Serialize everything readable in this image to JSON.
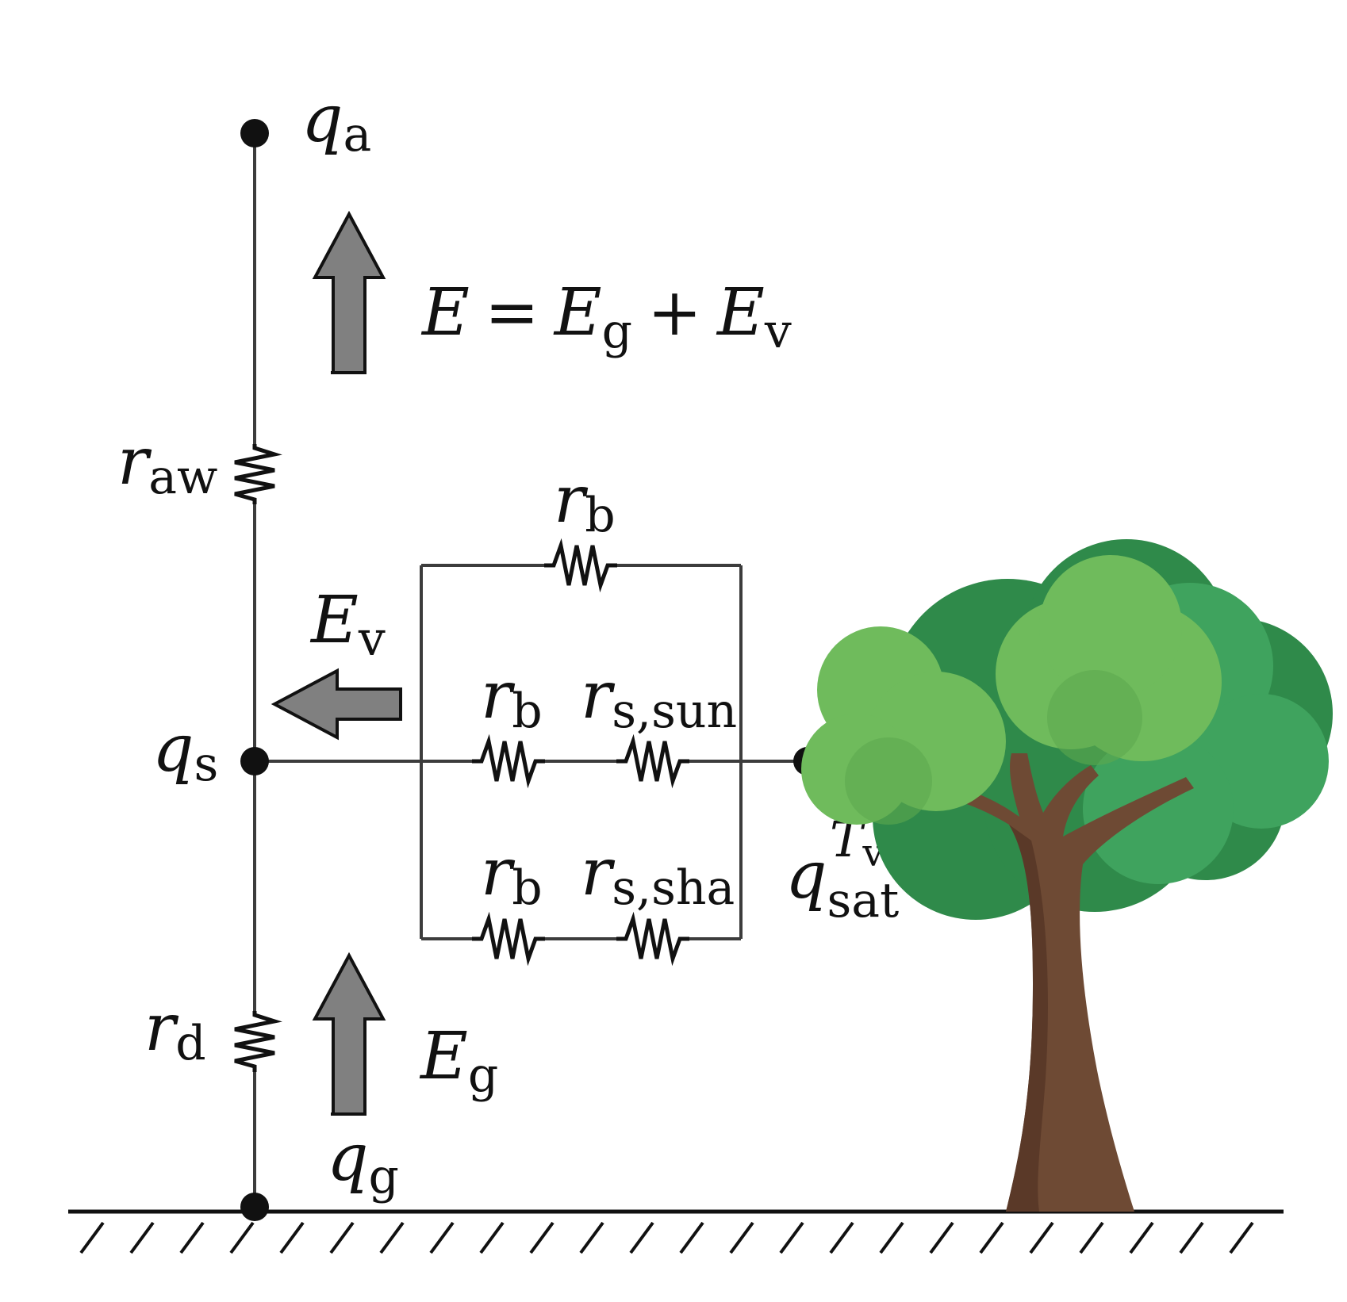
{
  "nodes": {
    "qa": {
      "main": "q",
      "sub": "a"
    },
    "qs": {
      "main": "q",
      "sub": "s"
    },
    "qg": {
      "main": "q",
      "sub": "g"
    },
    "qsat": {
      "main": "q",
      "sub": "sat",
      "sup_main": "T",
      "sup_sub": "v"
    }
  },
  "resistances": {
    "raw": {
      "main": "r",
      "sub": "aw"
    },
    "rd": {
      "main": "r",
      "sub": "d"
    },
    "rb_top": {
      "main": "r",
      "sub": "b"
    },
    "rb_sun": {
      "main": "r",
      "sub": "b"
    },
    "rs_sun": {
      "main": "r",
      "sub": "s,sun"
    },
    "rb_sha": {
      "main": "r",
      "sub": "b"
    },
    "rs_sha": {
      "main": "r",
      "sub": "s,sha"
    }
  },
  "fluxes": {
    "total": {
      "lhs": "E",
      "equals": "=",
      "eg_main": "E",
      "eg_sub": "g",
      "plus": "+",
      "ev_main": "E",
      "ev_sub": "v"
    },
    "ev": {
      "main": "E",
      "sub": "v"
    },
    "eg": {
      "main": "E",
      "sub": "g"
    }
  },
  "colors": {
    "arrow_fill": "#808080",
    "wire": "#3c3c3c",
    "ink": "#111111",
    "foliage_dark": "#2f8a4a",
    "foliage_mid": "#3fa35e",
    "foliage_light": "#6fbb5c",
    "trunk": "#6e4a34",
    "trunk_shadow": "#5a3928"
  }
}
